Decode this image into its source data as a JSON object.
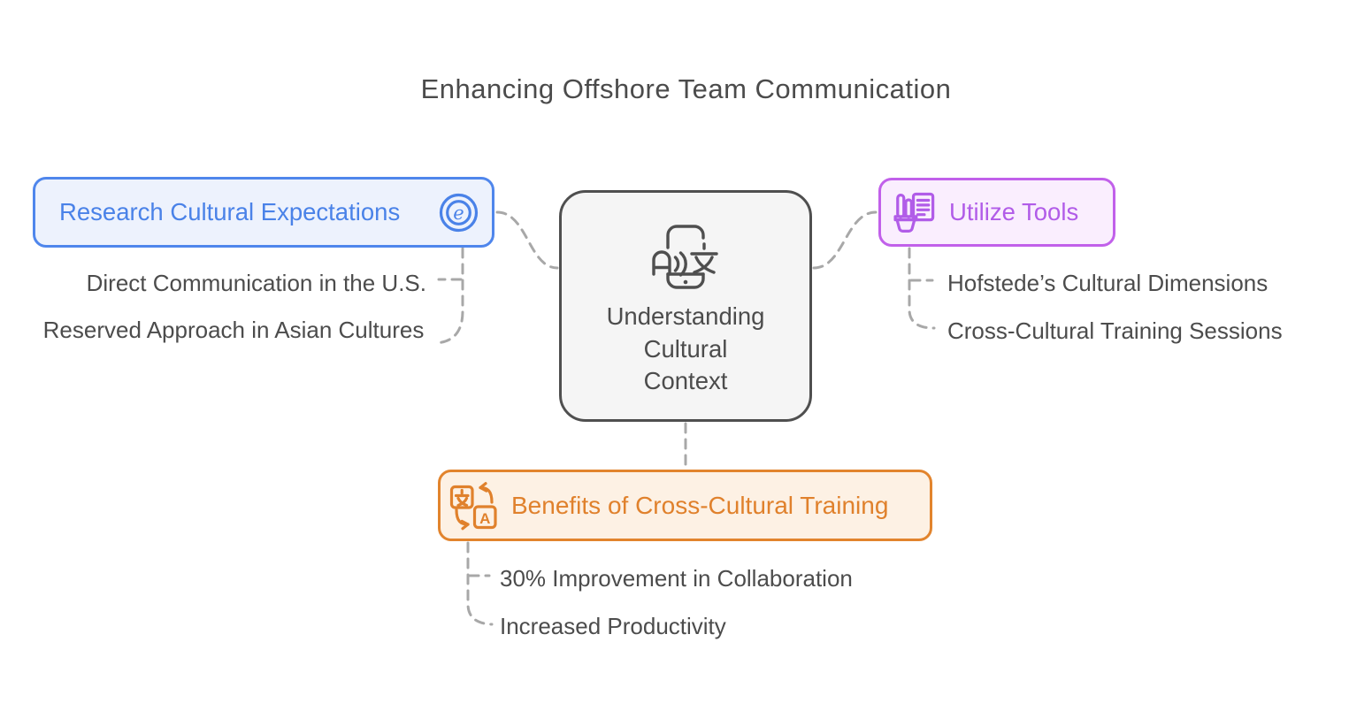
{
  "title": "Enhancing Offshore Team Communication",
  "nodes": {
    "center": {
      "label": "Understanding Cultural Context",
      "lines": [
        "Understanding",
        "Cultural",
        "Context"
      ],
      "icon": "translate-phone-icon"
    },
    "research": {
      "label": "Research Cultural Expectations",
      "icon": "e-circle-icon",
      "items": [
        "Direct Communication in the U.S.",
        "Reserved Approach in Asian Cultures"
      ]
    },
    "tools": {
      "label": "Utilize Tools",
      "icon": "pen-cup-document-icon",
      "items": [
        "Hofstede’s Cultural Dimensions",
        "Cross-Cultural Training Sessions"
      ]
    },
    "benefits": {
      "label": "Benefits of Cross-Cultural Training",
      "icon": "translate-swap-icon",
      "items": [
        "30% Improvement in Collaboration",
        "Increased Productivity"
      ]
    }
  },
  "colors": {
    "research_border": "#4f86ec",
    "research_fill": "#edf2fd",
    "research_text": "#4a82e8",
    "tools_border": "#c160ea",
    "tools_fill": "#faeefe",
    "tools_text": "#b15ce8",
    "benefits_border": "#e2842d",
    "benefits_fill": "#fdf1e4",
    "benefits_text": "#e0812c",
    "center_border": "#4f4f4f",
    "center_fill": "#f5f5f5",
    "text_gray": "#4c4c4c",
    "connector": "#a8a8a8",
    "background": "#ffffff"
  }
}
